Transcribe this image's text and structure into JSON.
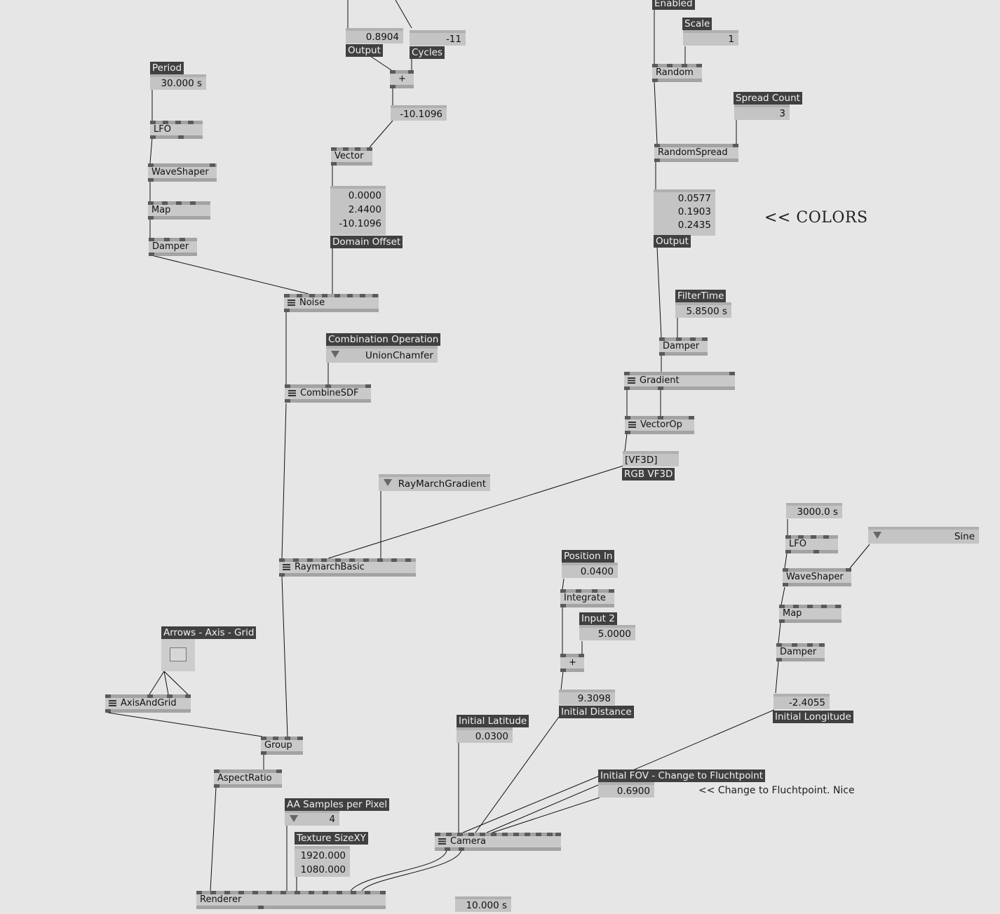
{
  "nodes": {
    "lfo1": "LFO",
    "waveshaper1": "WaveShaper",
    "map1": "Map",
    "damper1": "Damper",
    "plus1": "+",
    "vector": "Vector",
    "noise": "Noise",
    "combinesdf": "CombineSDF",
    "raymarchbasic": "RaymarchBasic",
    "axisandgrid": "AxisAndGrid",
    "group": "Group",
    "aspectratio": "AspectRatio",
    "renderer": "Renderer",
    "camera": "Camera",
    "random": "Random",
    "randomspread": "RandomSpread",
    "damper2": "Damper",
    "gradient": "Gradient",
    "vectorop": "VectorOp",
    "integrate": "Integrate",
    "plus2": "+",
    "lfo2": "LFO",
    "waveshaper2": "WaveShaper",
    "map2": "Map",
    "damper3": "Damper"
  },
  "iobox": {
    "period": "30.000 s",
    "output_top": "0.8904",
    "cycles": "-11",
    "sum": "-10.1096",
    "domain_offset": [
      "0.0000",
      "2.4400",
      "-10.1096"
    ],
    "combination_op": "UnionChamfer",
    "raymarch_gradient": "RayMarchGradient",
    "aa_samples": "4",
    "texture_size": [
      "1920.000",
      "1080.000"
    ],
    "initial_latitude": "0.0300",
    "initial_fov": "0.6900",
    "bottom_time": "10.000 s",
    "scale": "1",
    "spread_count": "3",
    "color_output": [
      "0.0577",
      "0.1903",
      "0.2435"
    ],
    "filter_time": "5.8500 s",
    "vf3d": "[VF3D]",
    "position_in": "0.0400",
    "input2": "5.0000",
    "initial_distance": "9.3098",
    "lfo2_period": "3000.0 s",
    "sine": "Sine",
    "initial_longitude": "-2.4055"
  },
  "tags": {
    "period": "Period",
    "output": "Output",
    "cycles": "Cycles",
    "domain_offset": "Domain Offset",
    "combination_op": "Combination Operation",
    "arrows_axis_grid": "Arrows - Axis - Grid",
    "aa_samples": "AA Samples per Pixel",
    "texture_size": "Texture SizeXY",
    "initial_latitude": "Initial Latitude",
    "initial_fov": "Initial FOV - Change to Fluchtpoint",
    "enabled": "Enabled",
    "scale": "Scale",
    "spread_count": "Spread Count",
    "color_output": "Output",
    "filter_time": "FilterTime",
    "rgb_vf3d": "RGB VF3D",
    "position_in": "Position In",
    "input2": "Input 2",
    "initial_distance": "Initial Distance",
    "initial_longitude": "Initial Longitude"
  },
  "comments": {
    "colors": "<< COLORS",
    "fluchtpoint": "<< Change to Fluchtpoint. Nice"
  },
  "colors": {
    "background": "#e6e6e6",
    "node": "#c9c9c9",
    "tag_bg": "#404040",
    "wire": "#111111"
  }
}
